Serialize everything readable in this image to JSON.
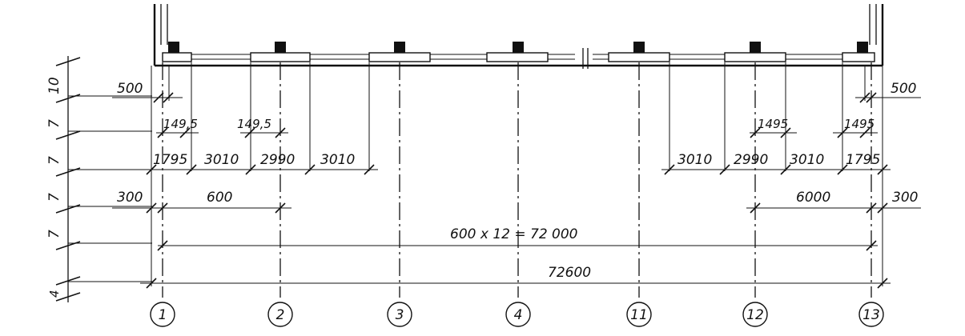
{
  "axes": [
    "1",
    "2",
    "3",
    "4",
    "11",
    "12",
    "13"
  ],
  "dimensions": {
    "left_offset": "500",
    "right_offset": "500",
    "left_149_a": "149,5",
    "left_149_b": "149,5",
    "right_1495_a": "1495",
    "right_1495_b": "1495",
    "left_chain": [
      "1795",
      "3010",
      "2990",
      "3010"
    ],
    "right_chain": [
      "3010",
      "2990",
      "3010",
      "1795"
    ],
    "left_300": "300",
    "right_300": "300",
    "left_600": "600",
    "right_6000": "6000",
    "span_formula": "600 x 12 = 72 000",
    "overall": "72600"
  },
  "side_scale": [
    "10",
    "7",
    "7",
    "7",
    "7",
    "4"
  ]
}
